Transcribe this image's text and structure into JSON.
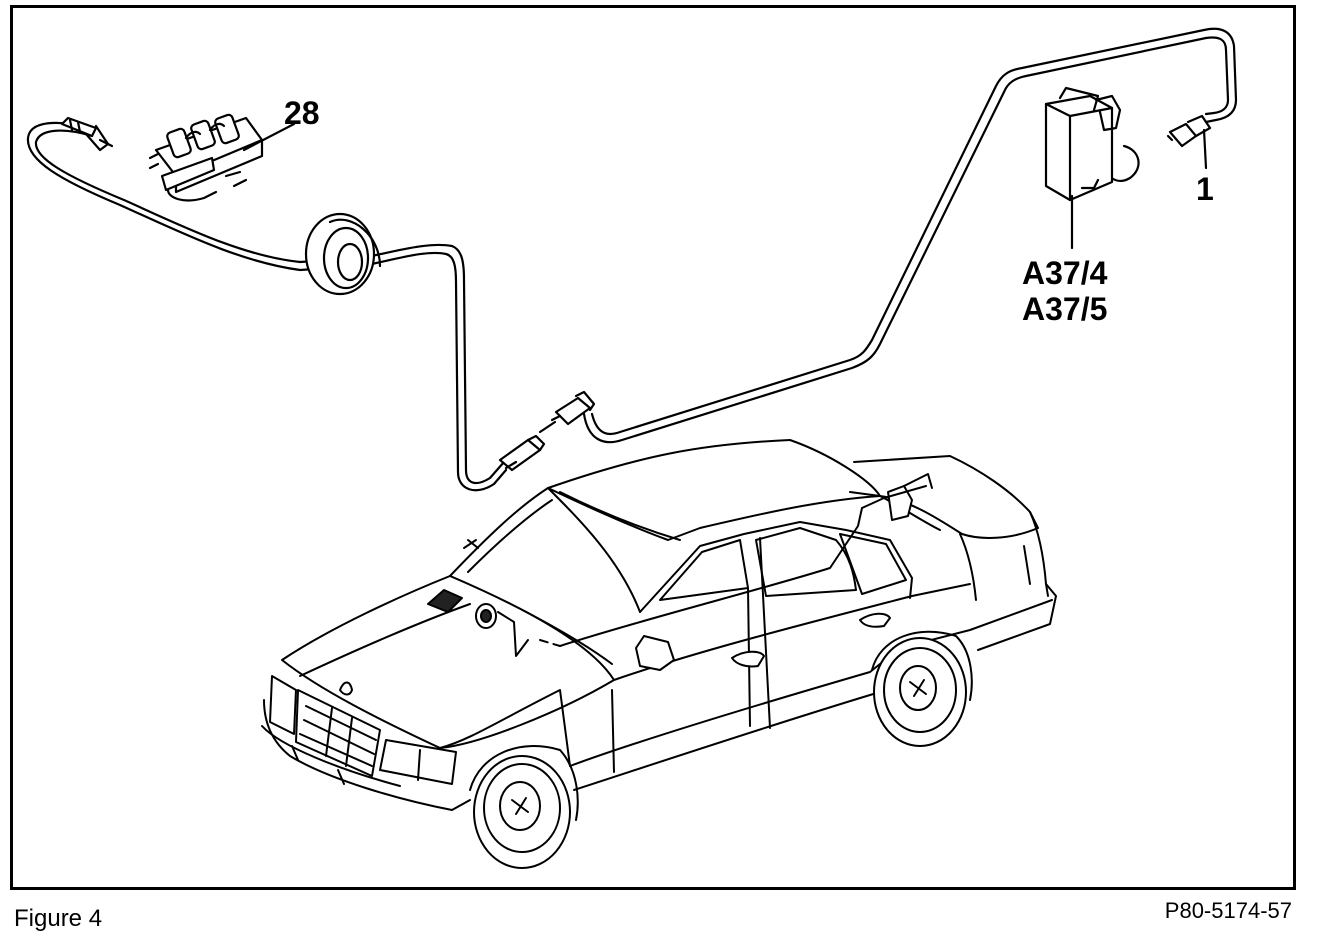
{
  "figure": {
    "caption": "Figure 4",
    "drawing_number": "P80-5174-57"
  },
  "callouts": {
    "relay_module": "28",
    "connector": "1",
    "control_unit_line1": "A37/4",
    "control_unit_line2": "A37/5"
  },
  "colors": {
    "ink": "#000000",
    "paper": "#ffffff"
  }
}
